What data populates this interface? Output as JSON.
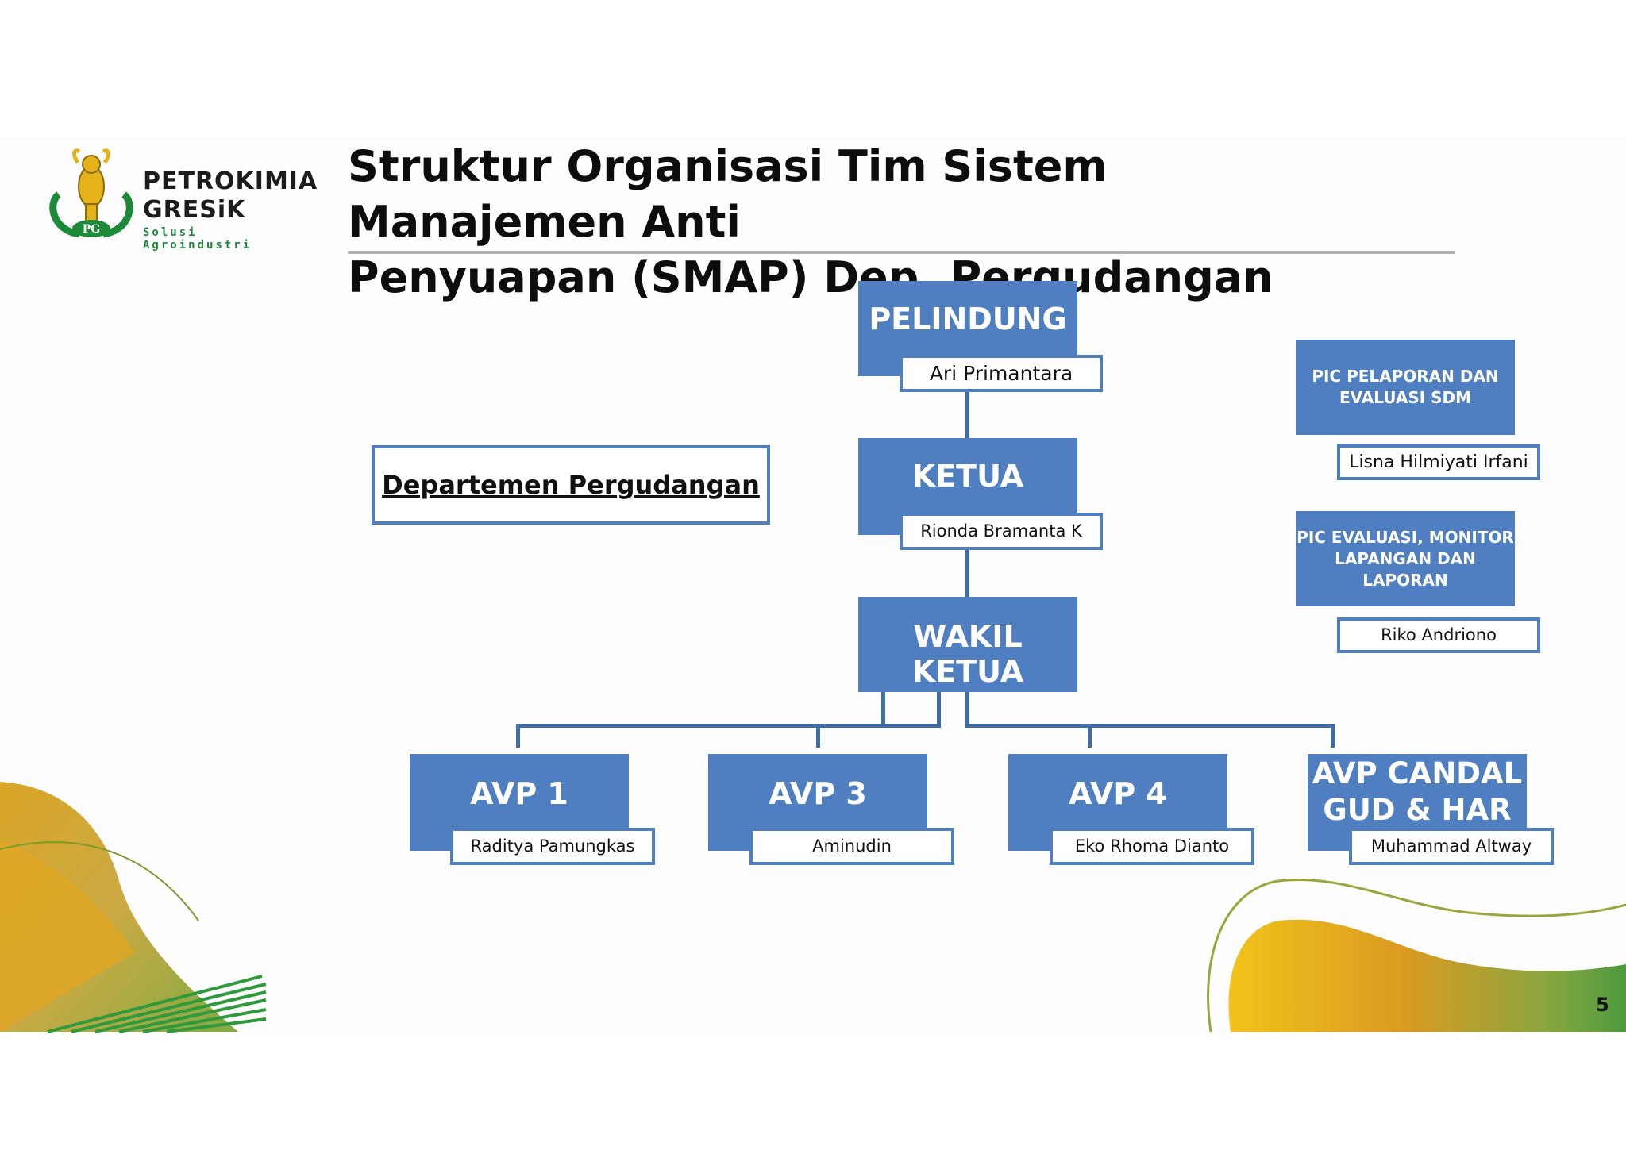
{
  "logo": {
    "line1": "PETROKIMIA",
    "line2": "GRESiK",
    "tagline": "Solusi Agroindustri",
    "emblem_initials": "PG",
    "colors": {
      "green": "#1d8a3a",
      "gold": "#e6b21a"
    }
  },
  "title": {
    "line1": "Struktur Organisasi Tim Sistem Manajemen Anti",
    "line2": "Penyuapan (SMAP) Dep. Pergudangan"
  },
  "department": "Departemen Pergudangan",
  "org": {
    "pelindung": {
      "role": "PELINDUNG",
      "name": "Ari Primantara"
    },
    "ketua": {
      "role": "KETUA",
      "name": "Rionda Bramanta K"
    },
    "wakil_ketua": {
      "role": "WAKIL KETUA"
    },
    "avps": [
      {
        "role": "AVP 1",
        "name": "Raditya Pamungkas"
      },
      {
        "role": "AVP 3",
        "name": "Aminudin"
      },
      {
        "role": "AVP 4",
        "name": "Eko Rhoma Dianto"
      },
      {
        "role_line1": "AVP CANDAL",
        "role_line2": "GUD & HAR",
        "name": "Muhammad Altway"
      }
    ]
  },
  "pics": [
    {
      "line1": "PIC PELAPORAN DAN",
      "line2": "EVALUASI SDM",
      "name": "Lisna Hilmiyati Irfani"
    },
    {
      "line1": "PIC EVALUASI, MONITOR",
      "line2": "LAPANGAN DAN LAPORAN",
      "name": "Riko Andriono"
    }
  ],
  "page_number": "5",
  "colors": {
    "box_blue": "#4f7fc0",
    "line_blue": "#3f6da8",
    "title_rule": "#b3b3b3"
  }
}
